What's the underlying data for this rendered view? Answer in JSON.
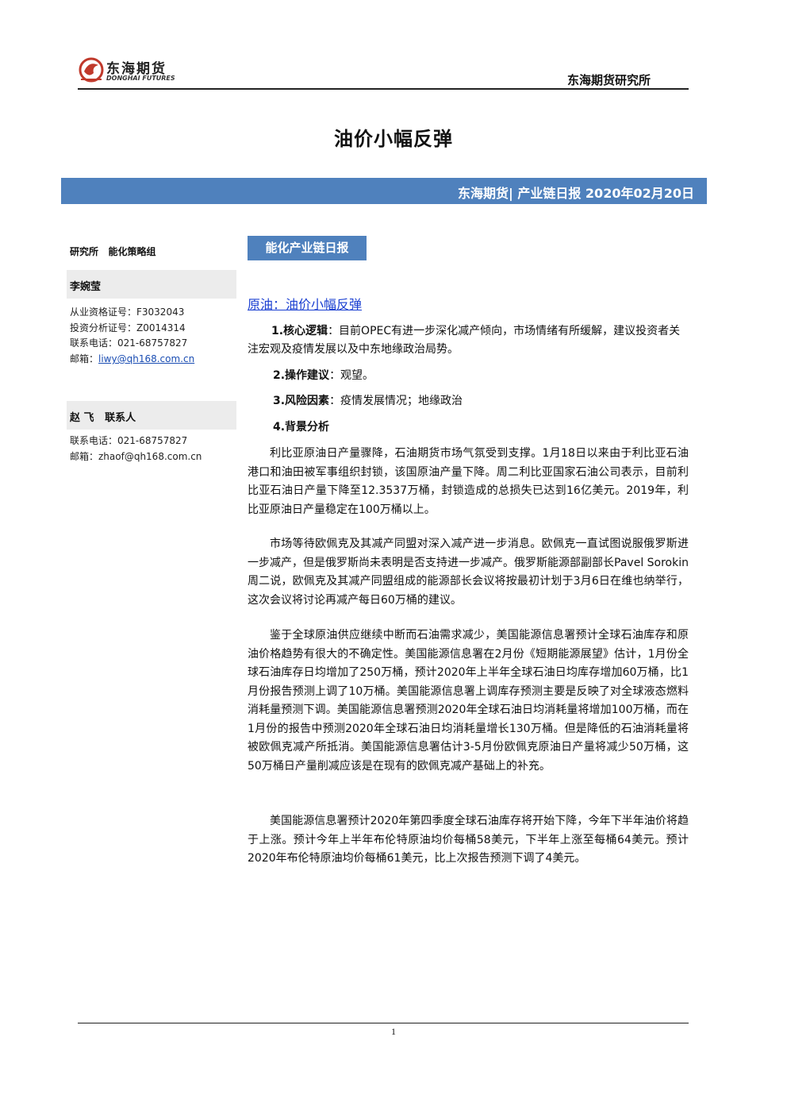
{
  "header": {
    "logo_cn": "东海期货",
    "logo_en": "DONGHAI FUTURES",
    "institute": "东海期货研究所"
  },
  "title": "油价小幅反弹",
  "banner": "东海期货| 产业链日报 2020年02月20日",
  "sidebar": {
    "dept": "研究所   能化策略组",
    "analyst1": {
      "name": "李婉莹",
      "cert": "从业资格证号：F3032043",
      "invest_cert": "投资分析证号：Z0014314",
      "phone": "联系电话：021-68757827",
      "email_label": "邮箱：",
      "email": "liwy@qh168.com.cn"
    },
    "analyst2": {
      "name": "赵 飞   联系人",
      "phone": "联系电话：021-68757827",
      "email": "邮箱：zhaof@qh168.com.cn"
    }
  },
  "tag": "能化产业链日报",
  "section": {
    "title": "原油：油价小幅反弹",
    "item1_label": "1.核心逻辑",
    "item1_text": "：目前OPEC有进一步深化减产倾向，市场情绪有所缓解，建议投资者关注宏观及疫情发展以及中东地缘政治局势。",
    "item2_label": "2.操作建议",
    "item2_text": "：观望。",
    "item3_label": "3.风险因素",
    "item3_text": "：疫情发展情况；地缘政治",
    "item4_label": "4.背景分析",
    "para1": "利比亚原油日产量骤降，石油期货市场气氛受到支撑。1月18日以来由于利比亚石油港口和油田被军事组织封锁，该国原油产量下降。周二利比亚国家石油公司表示，目前利比亚石油日产量下降至12.3537万桶，封锁造成的总损失已达到16亿美元。2019年，利比亚原油日产量稳定在100万桶以上。",
    "para2": "市场等待欧佩克及其减产同盟对深入减产进一步消息。欧佩克一直试图说服俄罗斯进一步减产，但是俄罗斯尚未表明是否支持进一步减产。俄罗斯能源部副部长Pavel Sorokin周二说，欧佩克及其减产同盟组成的能源部长会议将按最初计划于3月6日在维也纳举行，这次会议将讨论再减产每日60万桶的建议。",
    "para3": "鉴于全球原油供应继续中断而石油需求减少，美国能源信息署预计全球石油库存和原油价格趋势有很大的不确定性。美国能源信息署在2月份《短期能源展望》估计，1月份全球石油库存日均增加了250万桶，预计2020年上半年全球石油日均库存增加60万桶，比1月份报告预测上调了10万桶。美国能源信息署上调库存预测主要是反映了对全球液态燃料消耗量预测下调。美国能源信息署预测2020年全球石油日均消耗量将增加100万桶，而在1月份的报告中预测2020年全球石油日均消耗量增长130万桶。但是降低的石油消耗量将被欧佩克减产所抵消。美国能源信息署估计3-5月份欧佩克原油日产量将减少50万桶，这50万桶日产量削减应该是在现有的欧佩克减产基础上的补充。",
    "para4": "美国能源信息署预计2020年第四季度全球石油库存将开始下降，今年下半年油价将趋于上涨。预计今年上半年布伦特原油均价每桶58美元，下半年上涨至每桶64美元。预计2020年布伦特原油均价每桶61美元，比上次报告预测下调了4美元。"
  },
  "footer": {
    "page": "1"
  },
  "colors": {
    "banner": "#4f81bd",
    "link": "#1a3fd1"
  }
}
